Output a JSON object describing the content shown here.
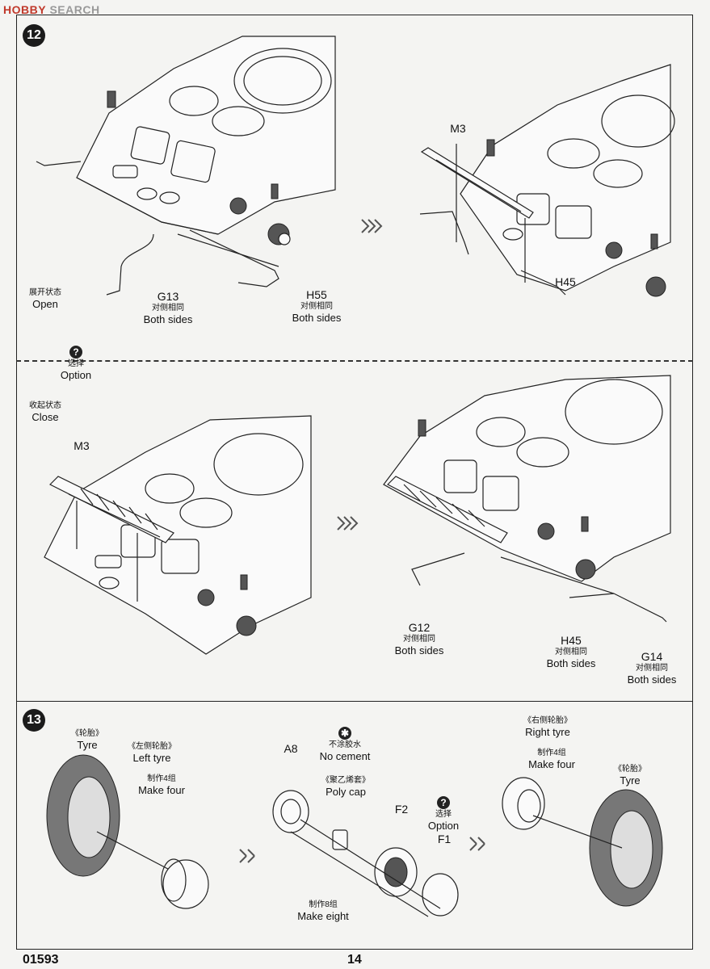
{
  "watermark": {
    "brand": "HOBBY",
    "suffix": "SEARCH"
  },
  "step12": {
    "number": "12",
    "open": {
      "cn": "展开状态",
      "en": "Open"
    },
    "close": {
      "cn": "收起状态",
      "en": "Close"
    },
    "option": {
      "cn": "选择",
      "en": "Option"
    },
    "parts": {
      "g13": {
        "id": "G13",
        "cn": "对侧相同",
        "en": "Both sides"
      },
      "h55": {
        "id": "H55",
        "cn": "对侧相同",
        "en": "Both sides"
      },
      "m3a": {
        "id": "M3"
      },
      "h45a": {
        "id": "H45"
      },
      "m3b": {
        "id": "M3"
      },
      "g12": {
        "id": "G12",
        "cn": "对侧相同",
        "en": "Both sides"
      },
      "h45": {
        "id": "H45",
        "cn": "对侧相同",
        "en": "Both sides"
      },
      "g14": {
        "id": "G14",
        "cn": "对侧相同",
        "en": "Both sides"
      }
    }
  },
  "step13": {
    "number": "13",
    "tyre_left": {
      "cn": "《轮胎》",
      "en": "Tyre"
    },
    "left_tyre": {
      "cn": "《左侧轮胎》",
      "en": "Left  tyre"
    },
    "make4_left": {
      "cn": "制作4组",
      "en": "Make four"
    },
    "a8": {
      "id": "A8"
    },
    "no_cement": {
      "cn": "不涂胶水",
      "en": "No cement"
    },
    "poly_cap": {
      "cn": "《聚乙烯套》",
      "en": "Poly cap"
    },
    "f2": {
      "id": "F2"
    },
    "option": {
      "cn": "选择",
      "en": "Option"
    },
    "f1": {
      "id": "F1"
    },
    "make8": {
      "cn": "制作8组",
      "en": "Make eight"
    },
    "right_tyre": {
      "cn": "《右侧轮胎》",
      "en": "Right tyre"
    },
    "make4_right": {
      "cn": "制作4组",
      "en": "Make four"
    },
    "tyre_right": {
      "cn": "《轮胎》",
      "en": "Tyre"
    }
  },
  "footer": {
    "code": "01593",
    "page": "14"
  }
}
